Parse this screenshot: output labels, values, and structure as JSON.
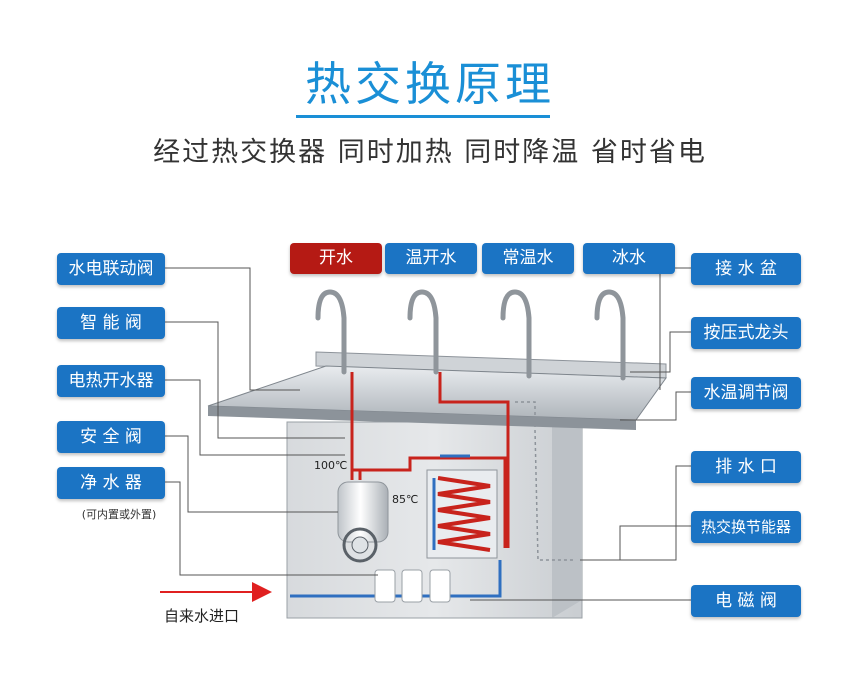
{
  "title": "热交换原理",
  "subtitle": "经过热交换器 同时加热 同时降温 省时省电",
  "outlets": {
    "boiling": "开水",
    "warm": "温开水",
    "normal": "常温水",
    "ice": "冰水"
  },
  "labels_left": {
    "linkage_valve": "水电联动阀",
    "smart_valve": "智 能 阀",
    "electric_boiler": "电热开水器",
    "safety_valve": "安 全 阀",
    "purifier": "净 水 器",
    "purifier_note": "(可内置或外置)"
  },
  "labels_right": {
    "basin": "接 水 盆",
    "press_tap": "按压式龙头",
    "temp_valve": "水温调节阀",
    "drain": "排 水 口",
    "heat_exchanger": "热交换节能器",
    "solenoid_valve": "电 磁 阀"
  },
  "inlet": "自来水进口",
  "temps": {
    "boil": "100℃",
    "exchanger": "85℃"
  },
  "colors": {
    "title": "#1a8fd6",
    "label_blue": "#1b74c4",
    "label_red": "#b51a14",
    "hot_pipe": "#c8231c",
    "cold_pipe": "#2f6fc0",
    "inlet_arrow": "#e02020"
  }
}
